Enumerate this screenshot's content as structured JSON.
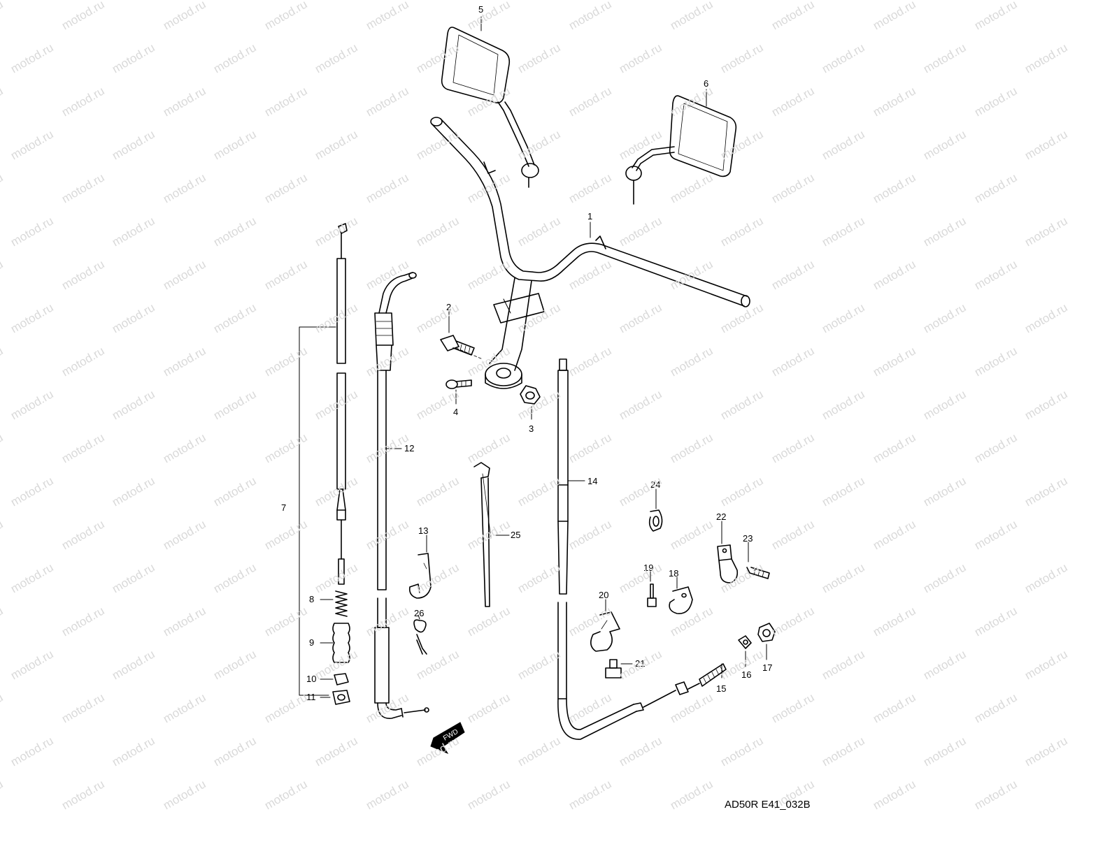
{
  "diagram": {
    "watermark_text": "motod.ru",
    "drawing_code": "AD50R E41_032B",
    "fwd_label": "FWD",
    "part_numbers": [
      "1",
      "2",
      "3",
      "4",
      "5",
      "6",
      "7",
      "8",
      "9",
      "10",
      "11",
      "12",
      "13",
      "14",
      "15",
      "16",
      "17",
      "18",
      "19",
      "20",
      "21",
      "22",
      "23",
      "24",
      "25",
      "26"
    ],
    "colors": {
      "line": "#000000",
      "watermark": "#d9d9d9",
      "background": "#ffffff"
    }
  }
}
